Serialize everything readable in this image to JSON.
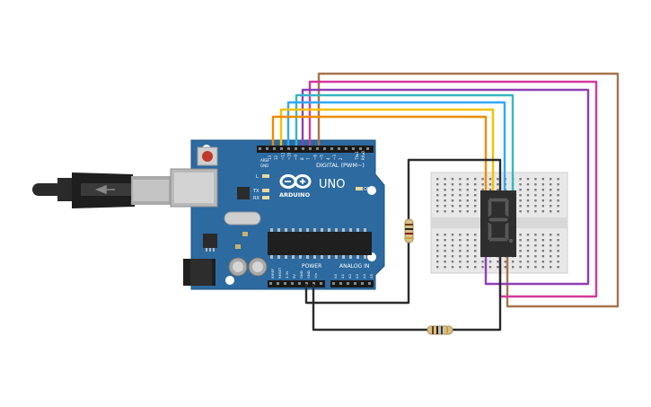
{
  "arduino": {
    "logo_text": "ARDUINO",
    "model": "UNO",
    "digital_header": "DIGITAL (PWM~)",
    "power_label": "POWER",
    "analog_label": "ANALOG IN",
    "aref_label": "AREF",
    "gnd_label": "GND",
    "tx_label": "TX",
    "rx_label": "RX",
    "l_label": "L",
    "on_label": "ON",
    "txd_label": "TX▸1",
    "rxd_label": "RX◂0",
    "digital_pins": [
      "13",
      "12",
      "~11",
      "~10",
      "~9",
      "8",
      "7",
      "~6",
      "~5",
      "4",
      "~3",
      "2"
    ],
    "power_pins": [
      "IOREF",
      "RESET",
      "3.3V",
      "5V",
      "GND",
      "GND",
      "Vin"
    ],
    "analog_pins": [
      "A0",
      "A1",
      "A2",
      "A3",
      "A4",
      "A5"
    ]
  },
  "display": {
    "digit": "8"
  },
  "colors": {
    "board": "#2c6aa0",
    "wire_black": "#2b2b2b",
    "wire_orange": "#f08c00",
    "wire_yellow": "#f2c200",
    "wire_blue": "#2ea8ff",
    "wire_teal": "#37b5c4",
    "wire_pink": "#d4389e",
    "wire_purple": "#8f3fb5",
    "wire_brown": "#a8734a"
  },
  "icons": [
    "usb-cable-icon",
    "arduino-logo-icon",
    "reset-button-icon"
  ]
}
